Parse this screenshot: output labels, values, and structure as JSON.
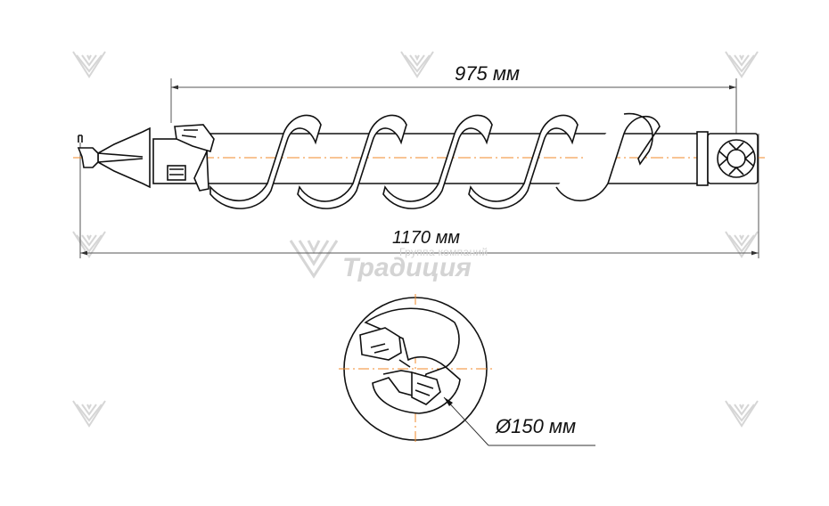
{
  "dimensions": {
    "working_length": "975 мм",
    "total_length": "1170 мм",
    "diameter": "Ø150 мм"
  },
  "watermark": {
    "company_caption": "Группа компаний",
    "company_name": "Традиция"
  },
  "colors": {
    "line": "#111111",
    "axis": "#f08a2a",
    "dimension_line": "#555555",
    "watermark": "#d4d4d4"
  }
}
